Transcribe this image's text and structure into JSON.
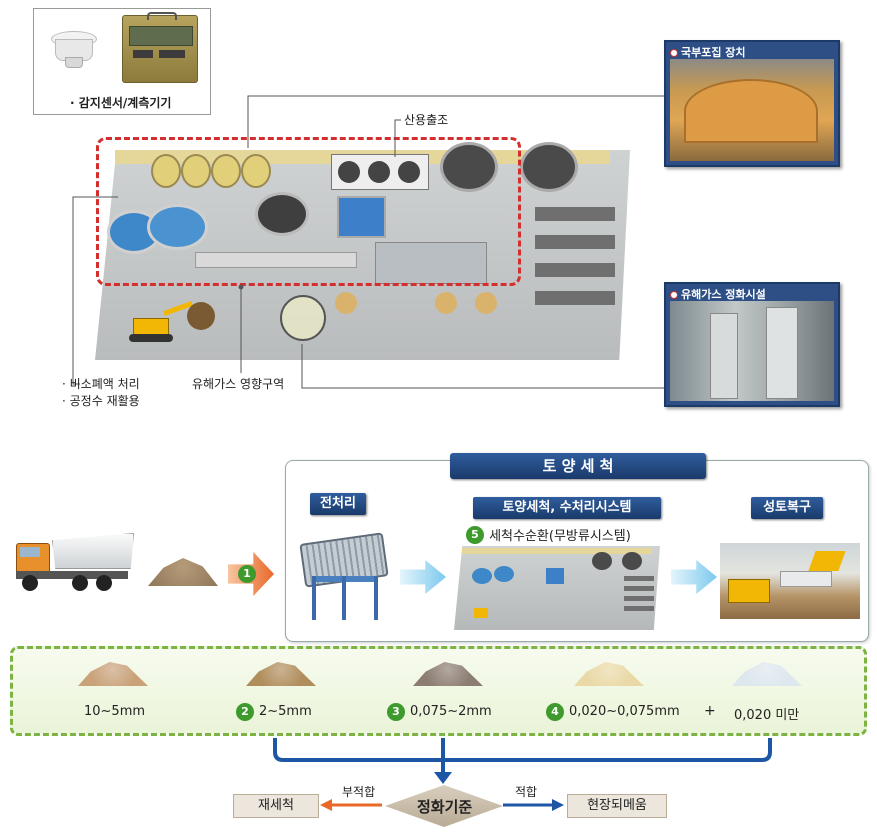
{
  "top": {
    "sensor_caption": "· 감지센서/계측기기",
    "acid_tank_label": "산용출조",
    "local_collection_panel": {
      "title": "국부포집 장치"
    },
    "gas_purification_panel": {
      "title": "유해가스 정화시설"
    },
    "left_notes": [
      "· 비소폐액 처리",
      "· 공정수 재활용"
    ],
    "gas_zone_label": "유해가스 영향구역"
  },
  "process": {
    "banner": "토 양 세 척",
    "pretreatment": "전처리",
    "washing_system": "토양세척, 수처리시스템",
    "recirculation_num": "5",
    "recirculation": "세척수순환(무방류시스템)",
    "restoration": "성토복구",
    "step1_num": "1"
  },
  "fractions": [
    {
      "num": "",
      "label": "10~5mm",
      "color": "#c9a27a"
    },
    {
      "num": "2",
      "label": "2~5mm",
      "color": "#b08e5c"
    },
    {
      "num": "3",
      "label": "0,075~2mm",
      "color": "#8c7d72"
    },
    {
      "num": "4",
      "label": "0,020~0,075mm",
      "color": "#ead9a6"
    },
    {
      "num": "",
      "label": "0,020 미만",
      "color": "#dde7ee"
    }
  ],
  "plus": "+",
  "decision": {
    "center": "정화기준",
    "fail_label": "부적합",
    "pass_label": "적합",
    "fail_box": "재세척",
    "pass_box": "현장되메움"
  },
  "colors": {
    "navy": "#1a3a6b",
    "green_dash": "#7cb342",
    "red_dash": "#d32f2f",
    "arrow_blue": "#1e56a6",
    "arrow_orange": "#e9682a"
  }
}
